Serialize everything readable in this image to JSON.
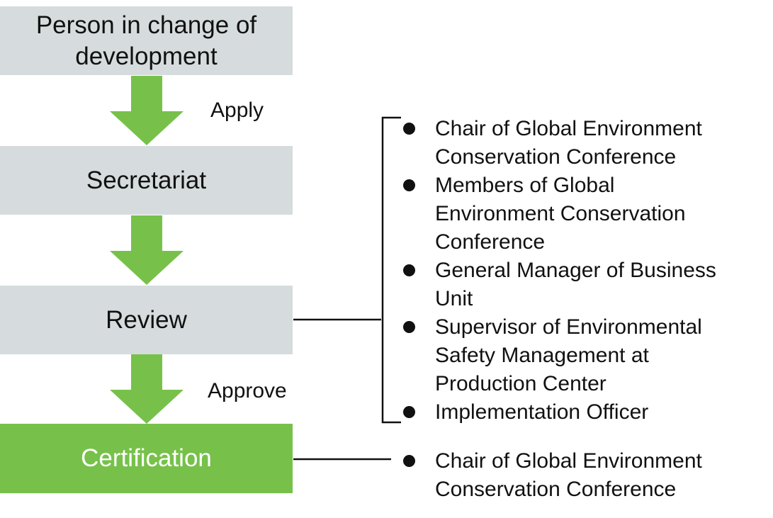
{
  "flow": {
    "steps": [
      {
        "label": "Person in change of development"
      },
      {
        "label": "Secretariat"
      },
      {
        "label": "Review"
      },
      {
        "label": "Certification"
      }
    ],
    "transitions": [
      "Apply",
      "",
      "Approve"
    ]
  },
  "review_members": [
    "Chair of Global Environment Conservation Conference",
    "Members of Global Environment Conservation Conference",
    "General Manager of Business Unit",
    "Supervisor of Environmental Safety Management at Production Center",
    "Implementation Officer"
  ],
  "certification_members": [
    "Chair of Global Environment Conservation Conference"
  ],
  "colors": {
    "box": "#d6dcdd",
    "accent": "#77c14a",
    "text": "#111111"
  }
}
